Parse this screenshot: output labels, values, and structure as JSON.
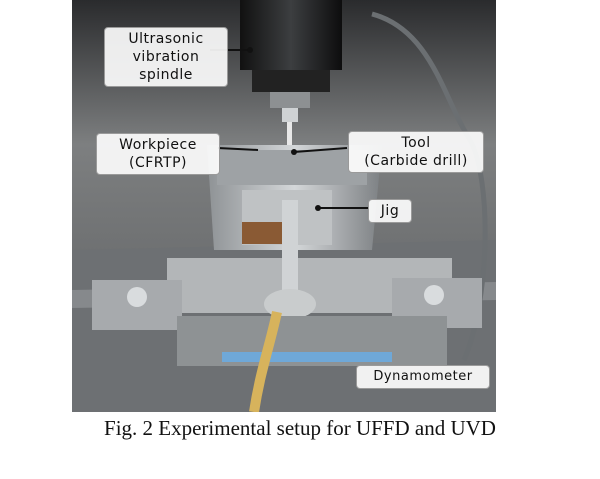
{
  "figure": {
    "top_fragment": "",
    "caption": "Fig. 2  Experimental setup for UFFD and UVD"
  },
  "labels": {
    "spindle": "Ultrasonic\nvibration\nspindle",
    "workpiece": "Workpiece\n(CFRTP)",
    "tool": "Tool\n(Carbide drill)",
    "jig": "Jig",
    "dynamometer": "Dynamometer"
  }
}
